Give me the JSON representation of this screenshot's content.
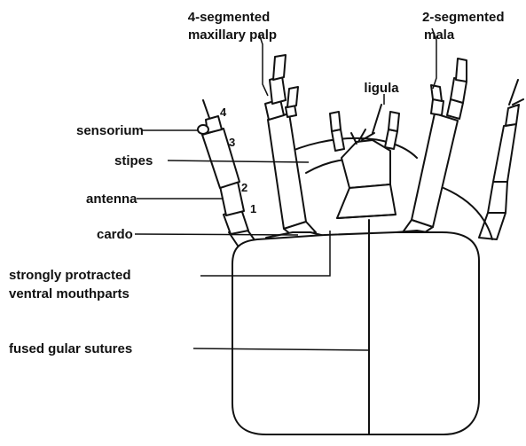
{
  "labels": {
    "maxillary_palp": [
      "4-segmented",
      "maxillary palp"
    ],
    "mala": [
      "2-segmented",
      "mala"
    ],
    "ligula": "ligula",
    "sensorium": "sensorium",
    "stipes": "stipes",
    "antenna": "antenna",
    "cardo": "cardo",
    "protracted": [
      "strongly protracted",
      "ventral mouthparts"
    ],
    "gular": "fused gular sutures"
  },
  "antenna_segments": [
    "4",
    "3",
    "2",
    "1"
  ]
}
